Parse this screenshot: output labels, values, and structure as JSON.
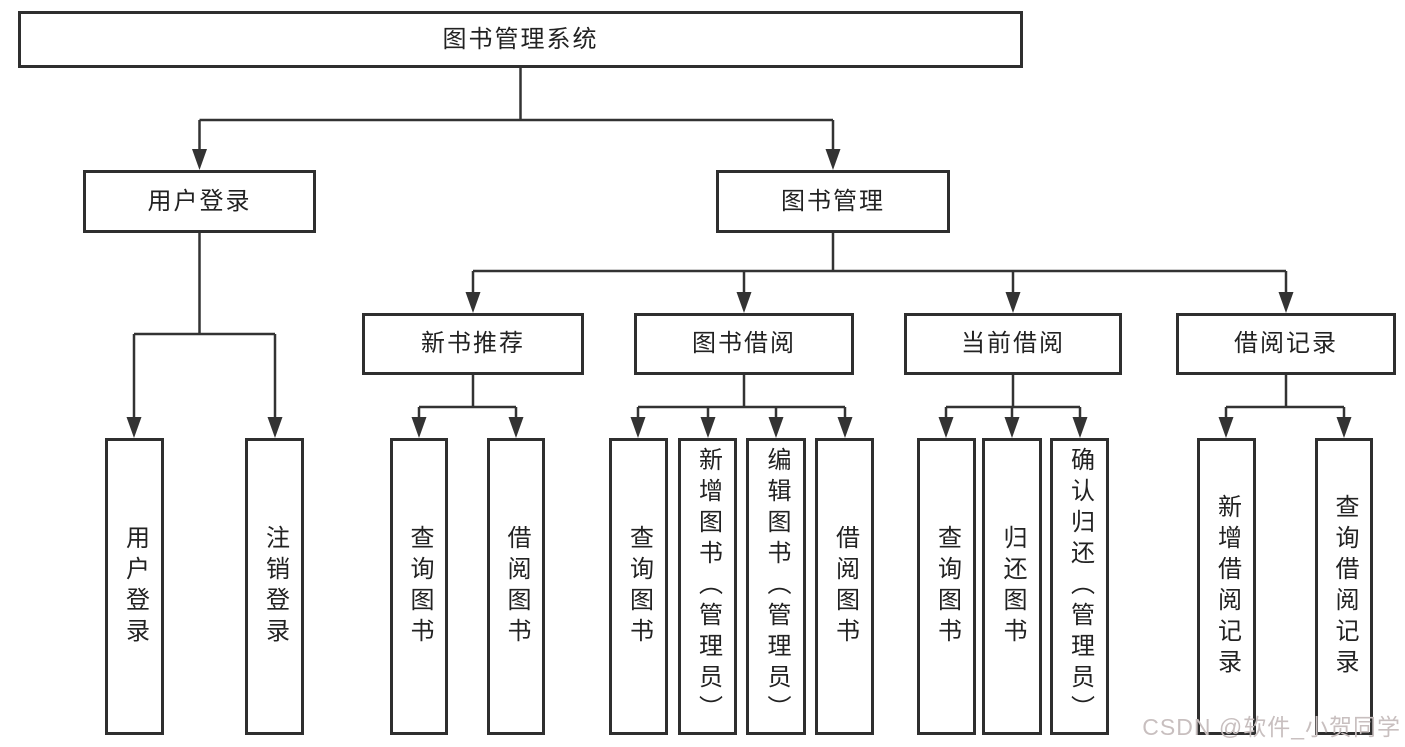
{
  "nodes": {
    "root": "图书管理系统",
    "user_login": "用户登录",
    "book_mgmt": "图书管理",
    "new_book_rec": "新书推荐",
    "book_borrow": "图书借阅",
    "current_borrow": "当前借阅",
    "borrow_record": "借阅记录",
    "ul_user_login": "用户登录",
    "ul_logout": "注销登录",
    "nb_query_book": "查询图书",
    "nb_borrow_book": "借阅图书",
    "bb_query_book": "查询图书",
    "bb_add_book": "新增图书（管理员）",
    "bb_edit_book": "编辑图书（管理员）",
    "bb_borrow_book": "借阅图书",
    "cb_query_book": "查询图书",
    "cb_return_book": "归还图书",
    "cb_confirm_return": "确认归还（管理员）",
    "br_add_record": "新增借阅记录",
    "br_query_record": "查询借阅记录"
  },
  "watermark": {
    "text": "CSDN @软件_小贺同学",
    "color": "#c8bfbf"
  },
  "colors": {
    "line": "#333333",
    "box_border": "#2f2f2f",
    "text": "#222222",
    "background": "#ffffff"
  }
}
